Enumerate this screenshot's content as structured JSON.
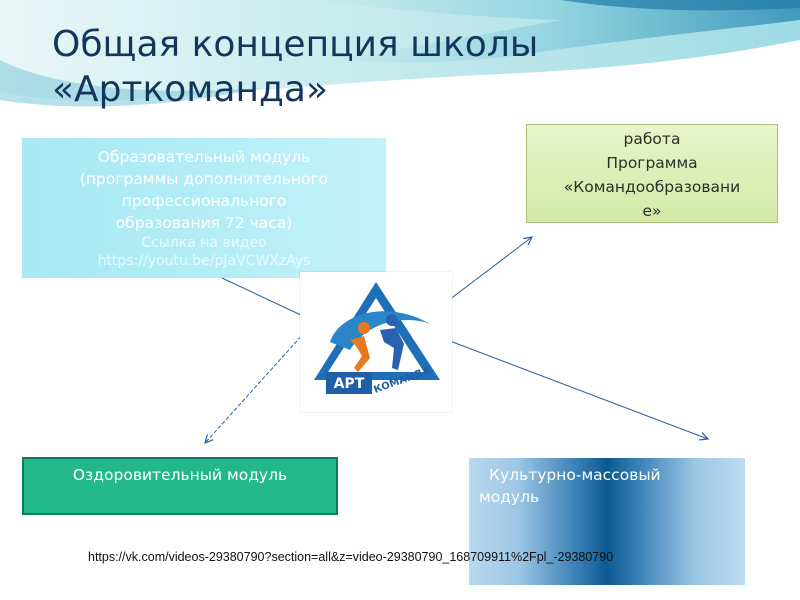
{
  "title": {
    "line1": "Общая концепция школы",
    "line2": "«Арткоманда»"
  },
  "modules": {
    "education": {
      "line1": "Образовательный модуль",
      "line2": "(программы дополнительного",
      "line3": "профессионального",
      "line4": "образования 72 часа)",
      "video_label": "Ссылка на видео",
      "video_url": "https://youtu.be/pJaVCWXzAys"
    },
    "team": {
      "ghost_text": "Командная работа",
      "line1": "работа",
      "line2": "Программа",
      "line3": "«Командообразовани",
      "line4": "е»"
    },
    "health": {
      "label": "Оздоровительный модуль"
    },
    "culture": {
      "line1": "Культурно-массовый",
      "line2": "модуль"
    }
  },
  "logo": {
    "text_left": "АРТ",
    "text_right": "КОМАНДА"
  },
  "footer": {
    "link": "https://vk.com/videos-29380790?section=all&z=video-29380790_168709911%2Fpl_-29380790"
  },
  "colors": {
    "title": "#14365a",
    "health": "#22b889",
    "culture_center": "#0c5a93",
    "logo_blue": "#1f5fa8",
    "logo_orange": "#e8791f"
  }
}
